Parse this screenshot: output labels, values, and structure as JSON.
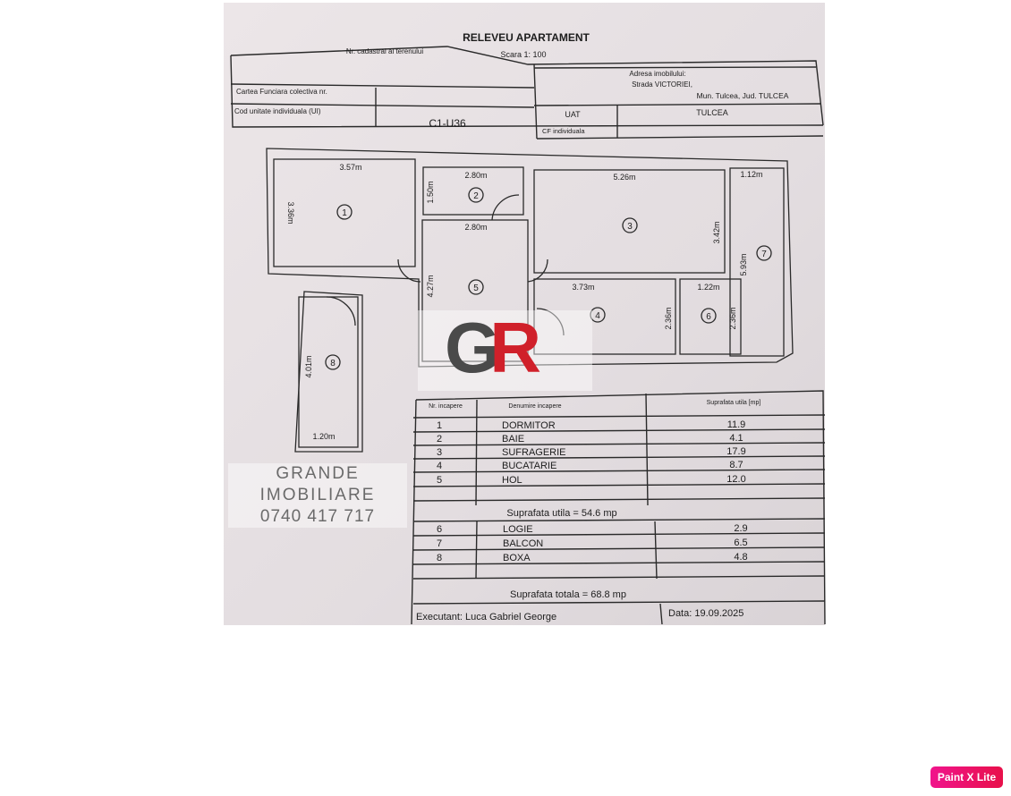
{
  "document": {
    "title": "RELEVEU APARTAMENT",
    "scale": "Scara 1: 100",
    "header": {
      "cadastral_label": "Nr. cadastral al terenului",
      "carte_funciara_label": "Cartea Funciara colectiva nr.",
      "cod_ui_label": "Cod unitate individuala (UI)",
      "cod_ui_value": "C1-U36",
      "adresa_label": "Adresa imobilului:",
      "adresa_line1": "Strada VICTORIEI,",
      "adresa_line2": "Mun. Tulcea, Jud. TULCEA",
      "uat_label": "UAT",
      "uat_value": "TULCEA",
      "cf_label": "CF individuala"
    },
    "plan": {
      "rooms": [
        "1",
        "2",
        "3",
        "4",
        "5",
        "6",
        "7",
        "8"
      ],
      "dims": {
        "r1_w": "3.57m",
        "r1_h": "3.36m",
        "r2_w": "2.80m",
        "r2_h": "1.50m",
        "r5_w": "2.80m",
        "r5_h": "4.27m",
        "r3_w": "5.26m",
        "r3_h": "3.42m",
        "r7_w": "1.12m",
        "r7_h": "5.93m",
        "r4_w": "3.73m",
        "r4_h": "2.36m",
        "r6_w": "1.22m",
        "r6_h": "2.36m",
        "r8_w": "1.20m",
        "r8_h": "4.01m"
      }
    },
    "table": {
      "col_nr": "Nr. incapere",
      "col_name": "Denumire incapere",
      "col_area": "Suprafata utila [mp]",
      "rows_main": [
        {
          "nr": "1",
          "name": "DORMITOR",
          "area": "11.9"
        },
        {
          "nr": "2",
          "name": "BAIE",
          "area": "4.1"
        },
        {
          "nr": "3",
          "name": "SUFRAGERIE",
          "area": "17.9"
        },
        {
          "nr": "4",
          "name": "BUCATARIE",
          "area": "8.7"
        },
        {
          "nr": "5",
          "name": "HOL",
          "area": "12.0"
        }
      ],
      "subtotal": "Suprafata utila = 54.6 mp",
      "rows_extra": [
        {
          "nr": "6",
          "name": "LOGIE",
          "area": "2.9"
        },
        {
          "nr": "7",
          "name": "BALCON",
          "area": "6.5"
        },
        {
          "nr": "8",
          "name": "BOXA",
          "area": "4.8"
        }
      ],
      "total": "Suprafata totala = 68.8 mp",
      "executant": "Executant: Luca Gabriel George",
      "date": "Data: 19.09.2025"
    }
  },
  "watermark": {
    "logo": "GR",
    "line1": "GRANDE",
    "line2": "IMOBILIARE",
    "phone": "0740 417 717"
  },
  "app_badge": "Paint X Lite",
  "colors": {
    "accent_red": "#d0202a",
    "badge": "#f0148c"
  }
}
